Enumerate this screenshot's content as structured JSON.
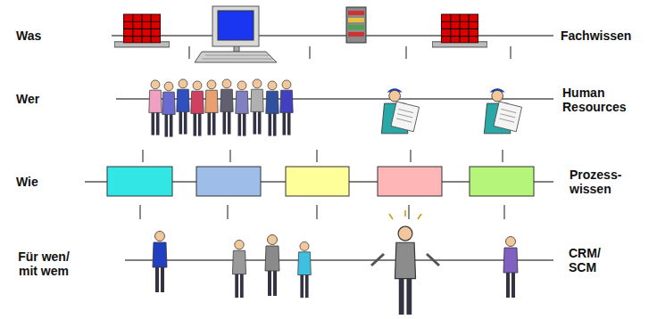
{
  "diagram": {
    "labels": [
      "Was",
      "Fachwissen",
      "Wer",
      "Human Resources",
      "Wie",
      "Prozess- wissen",
      "Für wen/ mit wem",
      "CRM/ SCM"
    ]
  }
}
